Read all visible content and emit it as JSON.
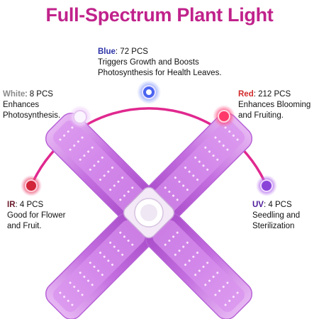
{
  "title": "Full-Spectrum Plant Light",
  "colors": {
    "title": "#c0228b",
    "arc": "#e0288f",
    "panel": "#c77be3",
    "blue_label": "#2c33a8",
    "white_label": "#8a8a8a",
    "red_label": "#d12a2a",
    "ir_label": "#6a1a2a",
    "uv_label": "#4a1a9a"
  },
  "diagram": {
    "visual": "four-panel deformable LED grow light with a color-coded arc of LED types",
    "panel_count": 4
  },
  "leds": [
    {
      "key": "blue",
      "icon": "blue-led-icon",
      "name": "Blue",
      "count": ": 72 PCS",
      "lines": [
        "Triggers Growth and Boosts",
        "Photosynthesis for Health Leaves."
      ]
    },
    {
      "key": "white",
      "icon": "white-led-icon",
      "name": "White",
      "count": ": 8 PCS",
      "lines": [
        "Enhances",
        "Photosynthesis."
      ]
    },
    {
      "key": "red",
      "icon": "red-led-icon",
      "name": "Red",
      "count": ": 212 PCS",
      "lines": [
        "Enhances Blooming",
        "and Fruiting."
      ]
    },
    {
      "key": "ir",
      "icon": "ir-led-icon",
      "name": "IR",
      "count": ": 4 PCS",
      "lines": [
        "Good for Flower",
        "and Fruit."
      ]
    },
    {
      "key": "uv",
      "icon": "uv-led-icon",
      "name": "UV",
      "count": ": 4 PCS",
      "lines": [
        "Seedling and",
        "Sterilization"
      ]
    }
  ]
}
